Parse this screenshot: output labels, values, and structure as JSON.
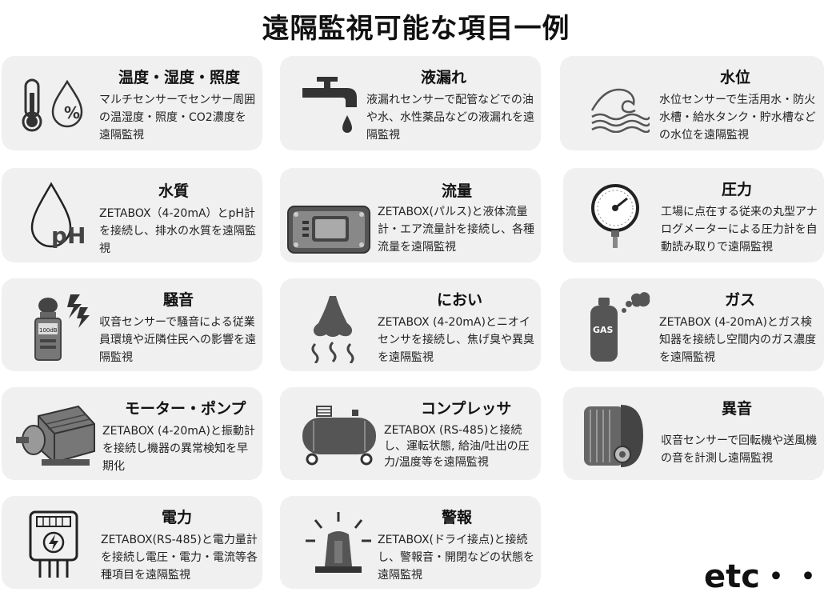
{
  "title": "遠隔監視可能な項目一例",
  "cards": [
    {
      "title": "温度・湿度・照度",
      "desc": "マルチセンサーでセンサー周囲の温湿度・照度・CO2濃度を遠隔監視",
      "icon": "thermometer-droplet-icon"
    },
    {
      "title": "液漏れ",
      "desc": "液漏れセンサーで配管などでの油や水、水性薬品などの液漏れを遠隔監視",
      "icon": "faucet-icon"
    },
    {
      "title": "水位",
      "desc": "水位センサーで生活用水・防火水槽・給水タンク・貯水槽などの水位を遠隔監視",
      "icon": "wave-icon"
    },
    {
      "title": "水質",
      "desc": "ZETABOX（4-20mA）とpH計を接続し、排水の水質を遠隔監視",
      "icon": "ph-drop-icon",
      "ph_label": "pH"
    },
    {
      "title": "流量",
      "desc": "ZETABOX(パルス)と液体流量計・エア流量計を接続し、各種流量を遠隔監視",
      "icon": "flowmeter-icon"
    },
    {
      "title": "圧力",
      "desc": "工場に点在する従来の丸型アナログメーターによる圧力計を自動読み取りで遠隔監視",
      "icon": "pressure-gauge-icon"
    },
    {
      "title": "騒音",
      "desc": "収音センサーで騒音による従業員環境や近隣住民への影響を遠隔監視",
      "icon": "sound-meter-icon",
      "db_label": "100dB"
    },
    {
      "title": "におい",
      "desc": "ZETABOX (4-20mA)とニオイセンサを接続し、焦げ臭や異臭を遠隔監視",
      "icon": "nose-icon"
    },
    {
      "title": "ガス",
      "desc": "ZETABOX (4-20mA)とガス検知器を接続し空間内のガス濃度を遠隔監視",
      "icon": "gas-cylinder-icon",
      "gas_label": "GAS"
    },
    {
      "title": "モーター・ポンプ",
      "desc": "ZETABOX (4-20mA)と振動計を接続し機器の異常検知を早期化",
      "icon": "motor-icon"
    },
    {
      "title": "コンプレッサ",
      "desc": "ZETABOX (RS-485)と接続し、運転状態, 給油/吐出の圧力/温度等を遠隔監視",
      "icon": "compressor-icon"
    },
    {
      "title": "異音",
      "desc": "収音センサーで回転機や送風機の音を計測し遠隔監視",
      "icon": "blower-icon"
    },
    {
      "title": "電力",
      "desc": "ZETABOX(RS-485)と電力量計を接続し電圧・電力・電流等各種項目を遠隔監視",
      "icon": "power-meter-icon"
    },
    {
      "title": "警報",
      "desc": "ZETABOX(ドライ接点)と接続し、警報音・開閉などの状態を遠隔監視",
      "icon": "alarm-light-icon"
    }
  ],
  "etc": "etc・・・"
}
